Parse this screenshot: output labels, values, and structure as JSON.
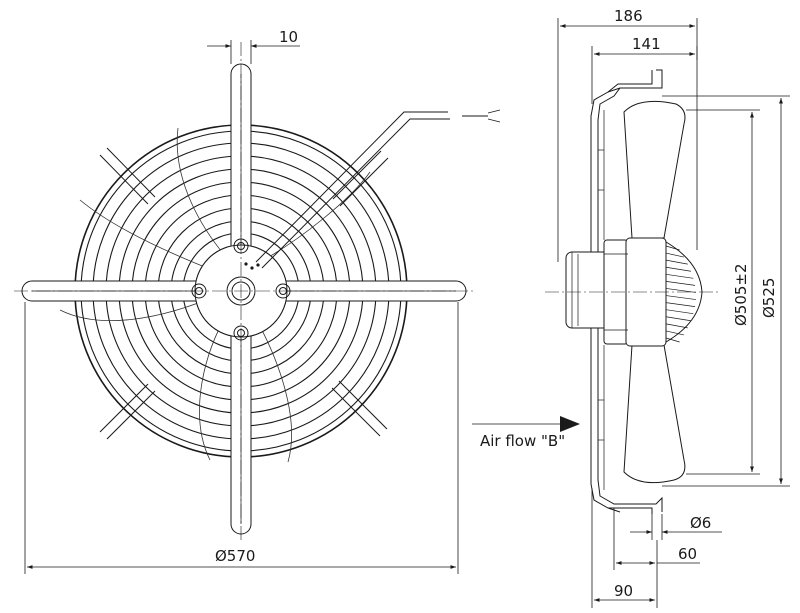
{
  "front_view": {
    "dim_bracket_width": "10",
    "dim_guard_diameter": "Ø570"
  },
  "side_view": {
    "dim_total_depth": "186",
    "dim_guard_depth": "141",
    "dim_blade_diameter": "Ø505±2",
    "dim_mount_diameter": "Ø525",
    "dim_hole_diameter": "Ø6",
    "dim_foot_60": "60",
    "dim_foot_90": "90",
    "airflow_label": "Air flow \"B\""
  }
}
